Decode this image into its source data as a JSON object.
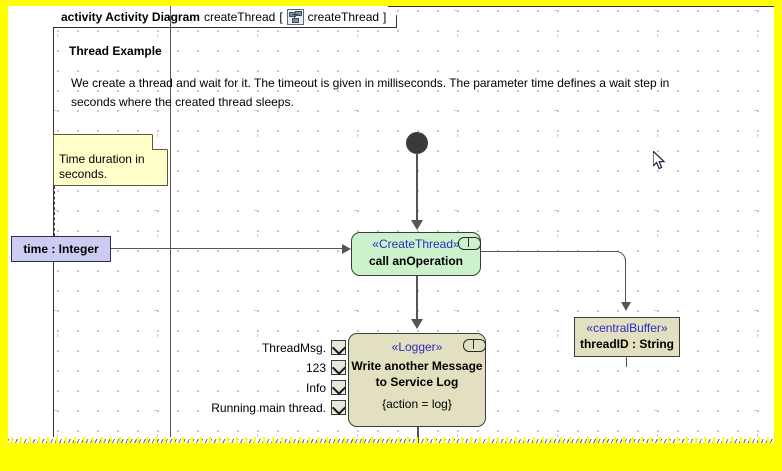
{
  "frame": {
    "keyword": "activity Activity Diagram",
    "name": "createThread",
    "bracket_open": "[",
    "icon": "activity-diagram-icon",
    "inner_name": "createThread",
    "bracket_close": "]"
  },
  "diagram": {
    "title": "Thread Example",
    "description": "We create a thread and wait for it. The timeout is given in milliseconds. The parameter time defines a wait step in seconds where the created thread sleeps."
  },
  "note": {
    "text": "Time duration in seconds."
  },
  "parameter_node": {
    "label": "time : Integer"
  },
  "nodes": {
    "create_thread": {
      "stereotype": "«CreateThread»",
      "name": "call anOperation",
      "marker": "call-behavior-marker"
    },
    "logger": {
      "stereotype": "«Logger»",
      "body": "Write another Message to Service Log",
      "constraint": "{action = log}",
      "marker": "call-behavior-marker"
    },
    "central_buffer": {
      "stereotype": "«centralBuffer»",
      "name": "threadID : String"
    }
  },
  "pins": [
    {
      "label": "ThreadMsg."
    },
    {
      "label": "123"
    },
    {
      "label": "Info"
    },
    {
      "label": "Running main thread."
    }
  ],
  "colors": {
    "selection_border": "#ffff00",
    "note_fill": "#ffffcc",
    "parameter_fill": "#ccccf2",
    "action_fill": "#ccf2cc",
    "buffer_fill": "#e2e0c0",
    "stereotype_text": "#2b2bbb",
    "edge": "#555555"
  }
}
